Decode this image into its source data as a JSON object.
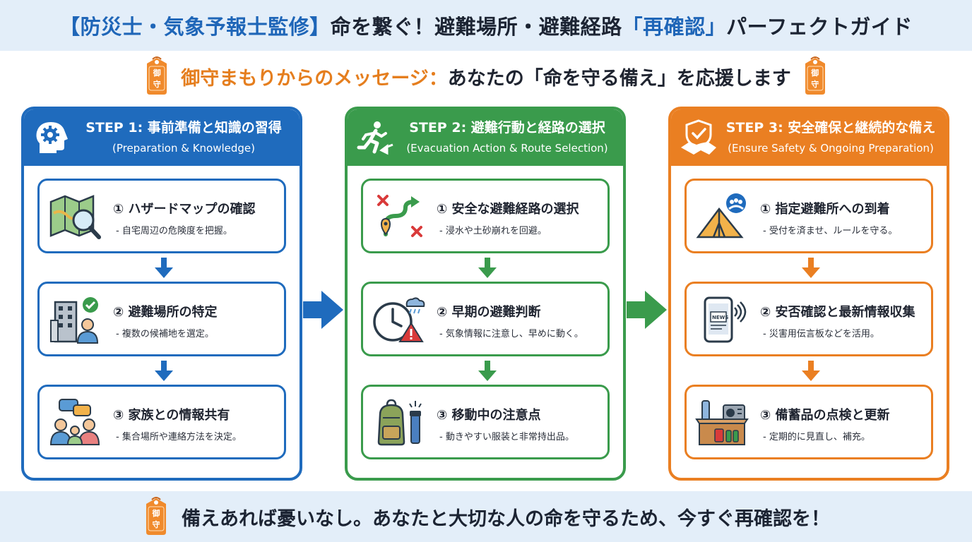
{
  "header": {
    "title_bracket_open": "【",
    "title_bracket_text": "防災士・気象予報士監修",
    "title_bracket_close": "】",
    "title_main": "命を繋ぐ！避難場所・避難経路",
    "title_highlight": "「再確認」",
    "title_tail": "パーフェクトガイド"
  },
  "message": {
    "lead": "御守まもりからのメッセージ：",
    "text": "あなたの「命を守る備え」を応援します",
    "omamori_char_top": "御",
    "omamori_char_bottom": "守"
  },
  "steps": [
    {
      "title": "STEP 1: 事前準備と知識の習得",
      "subtitle": "(Preparation & Knowledge)",
      "color": "#1f6bbd",
      "icon": "gear-head-icon",
      "items": [
        {
          "title": "① ハザードマップの確認",
          "desc": "- 自宅周辺の危険度を把握。",
          "icon": "map-magnifier-icon"
        },
        {
          "title": "② 避難場所の特定",
          "desc": "- 複数の候補地を選定。",
          "icon": "building-person-check-icon"
        },
        {
          "title": "③ 家族との情報共有",
          "desc": "- 集合場所や連絡方法を決定。",
          "icon": "family-chat-icon"
        }
      ]
    },
    {
      "title": "STEP 2: 避難行動と経路の選択",
      "subtitle": "(Evacuation Action & Route Selection)",
      "color": "#3a9b4c",
      "icon": "running-person-icon",
      "items": [
        {
          "title": "① 安全な避難経路の選択",
          "desc": "- 浸水や土砂崩れを回避。",
          "icon": "route-icon"
        },
        {
          "title": "② 早期の避難判断",
          "desc": "- 気象情報に注意し、早めに動く。",
          "icon": "clock-rain-warning-icon"
        },
        {
          "title": "③ 移動中の注意点",
          "desc": "- 動きやすい服装と非常持出品。",
          "icon": "backpack-flashlight-icon"
        }
      ]
    },
    {
      "title": "STEP 3: 安全確保と継続的な備え",
      "subtitle": "(Ensure Safety & Ongoing Preparation)",
      "color": "#ea7f22",
      "icon": "shield-handshake-icon",
      "items": [
        {
          "title": "① 指定避難所への到着",
          "desc": "- 受付を済ませ、ルールを守る。",
          "icon": "tent-people-icon"
        },
        {
          "title": "② 安否確認と最新情報収集",
          "desc": "- 災害用伝言板などを活用。",
          "icon": "smartphone-news-icon"
        },
        {
          "title": "③ 備蓄品の点検と更新",
          "desc": "- 定期的に見直し、補充。",
          "icon": "supply-box-radio-icon"
        }
      ]
    }
  ],
  "footer": {
    "text": "備えあれば憂いなし。あなたと大切な人の命を守るため、今すぐ再確認を！"
  }
}
